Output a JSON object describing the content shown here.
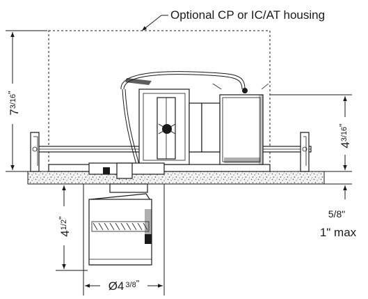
{
  "callout": {
    "housing_option": "Optional CP or IC/AT housing"
  },
  "dimensions": {
    "overall_height": {
      "whole": "7",
      "frac": "3/16",
      "mark": "\""
    },
    "junction_box_height": {
      "whole": "4",
      "frac": "3/16",
      "mark": "\""
    },
    "trim_depth": {
      "whole": "4",
      "frac": "1/2",
      "mark": "\""
    },
    "ceiling_thickness": {
      "frac": "5/8",
      "mark": "\"",
      "max_note": "1\" max"
    },
    "aperture_diameter": {
      "symbol": "Ø",
      "whole": "4",
      "frac": "3/8",
      "mark": "\""
    }
  }
}
